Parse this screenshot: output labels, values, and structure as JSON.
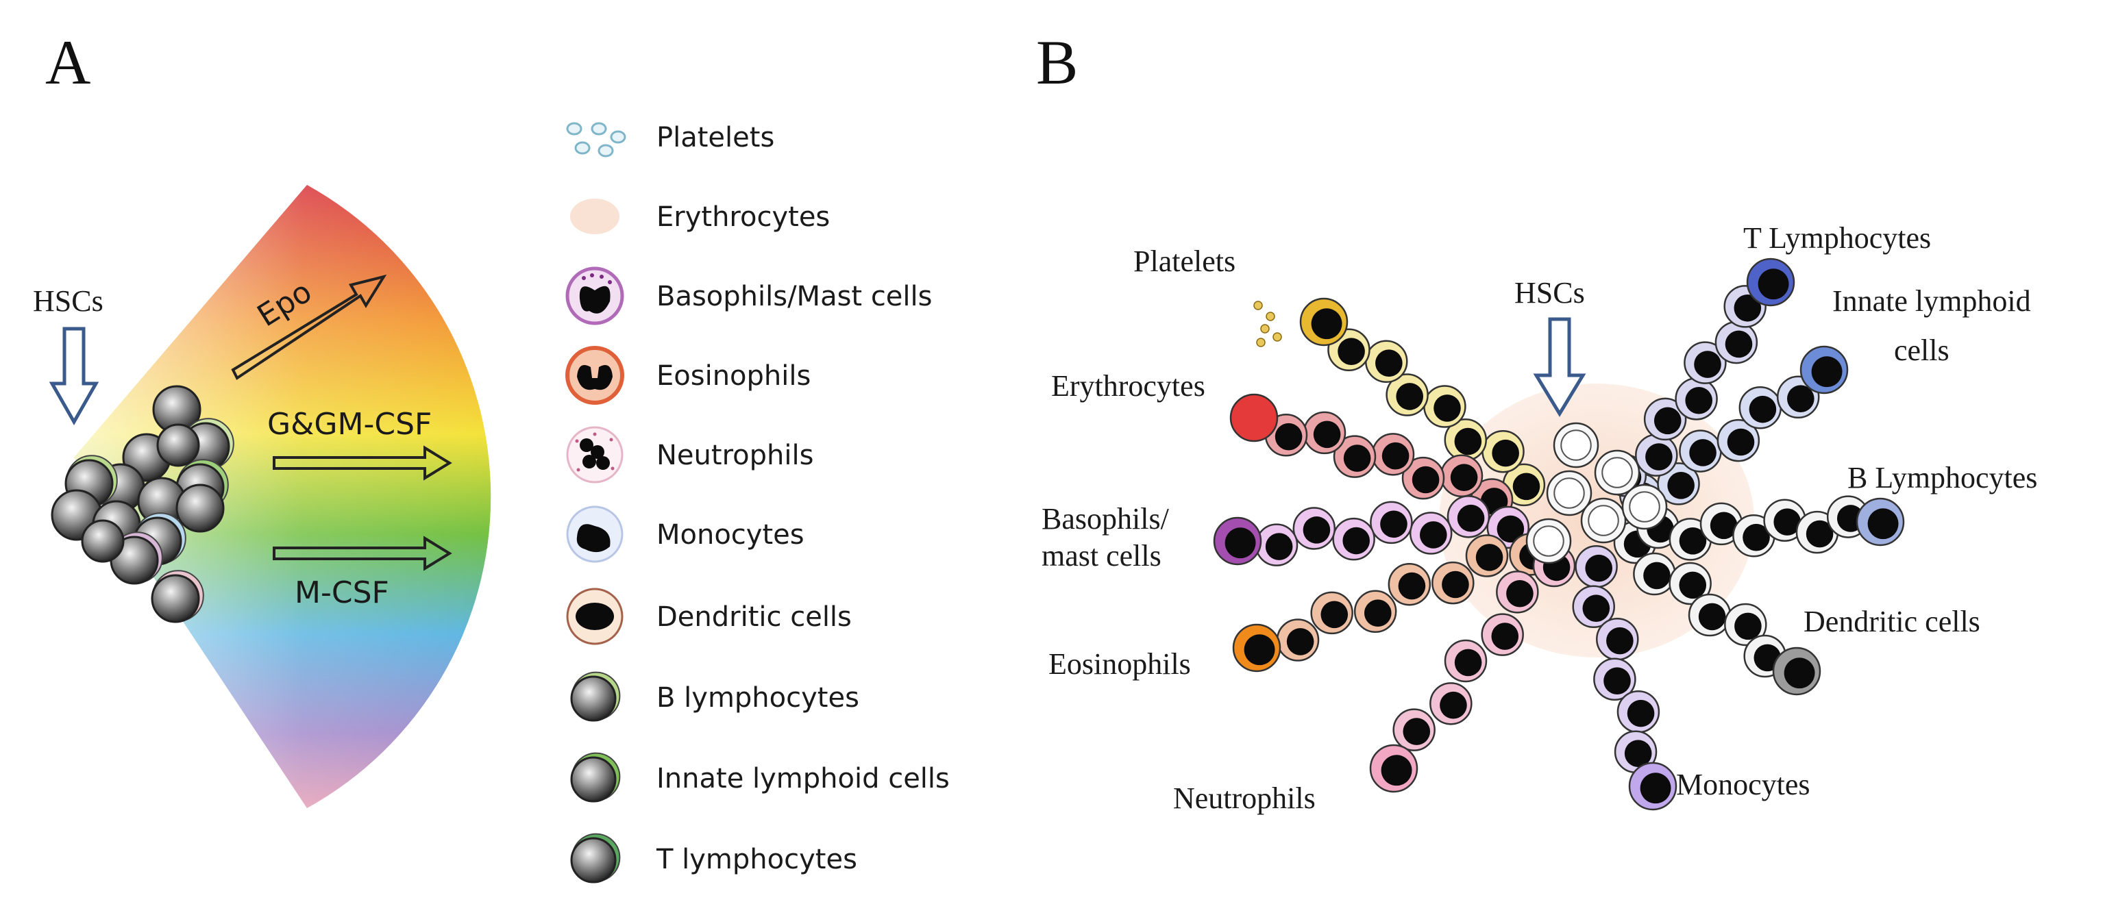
{
  "panels": {
    "a": {
      "letter": "A",
      "hsc_label": "HSCs",
      "factors": [
        "Epo",
        "G&GM-CSF",
        "M-CSF"
      ]
    },
    "b": {
      "letter": "B",
      "hsc_label": "HSCs",
      "labels": {
        "platelets": "Platelets",
        "erythrocytes": "Erythrocytes",
        "basophils_l1": "Basophils/",
        "basophils_l2": "mast cells",
        "eosinophils": "Eosinophils",
        "neutrophils": "Neutrophils",
        "monocytes": "Monocytes",
        "dendritic": "Dendritic cells",
        "b_lymph": "B Lymphocytes",
        "ilc_l1": "Innate lymphoid",
        "ilc_l2": "cells",
        "t_lymph": "T Lymphocytes"
      }
    }
  },
  "legend": [
    {
      "icon": "platelets-icon",
      "label": "Platelets"
    },
    {
      "icon": "erythrocyte-icon",
      "label": "Erythrocytes"
    },
    {
      "icon": "basophil-icon",
      "label": "Basophils/Mast cells"
    },
    {
      "icon": "eosinophil-icon",
      "label": "Eosinophils"
    },
    {
      "icon": "neutrophil-icon",
      "label": "Neutrophils"
    },
    {
      "icon": "monocyte-icon",
      "label": "Monocytes"
    },
    {
      "icon": "dendritic-cell-icon",
      "label": "Dendritic cells"
    },
    {
      "icon": "b-lymphocyte-icon",
      "label": "B lymphocytes"
    },
    {
      "icon": "innate-lymphoid-icon",
      "label": "Innate lymphoid cells"
    },
    {
      "icon": "t-lymphocyte-icon",
      "label": "T lymphocytes"
    }
  ],
  "colors": {
    "arrow_outline": "#3a5a8c",
    "fan_red": "#d9363e",
    "fan_orange": "#f7a233",
    "fan_yellow": "#f5e63a",
    "fan_green": "#6fbf3b",
    "fan_blue": "#5ab3e0",
    "fan_purple": "#9b8ac9",
    "platelet": "#7fb6c9",
    "erythrocyte": "#f8d9c9",
    "basophil": "#b06ab8",
    "eosinophil": "#e0603a",
    "neutrophil": "#e8a5c0",
    "monocyte": "#a9b7e0",
    "dendritic": "#f0c8a8",
    "b_lymph": "#b6d68a",
    "ilc": "#7fbf5a",
    "t_lymph": "#5aa860",
    "hsc_glow": "#f6dccb"
  }
}
